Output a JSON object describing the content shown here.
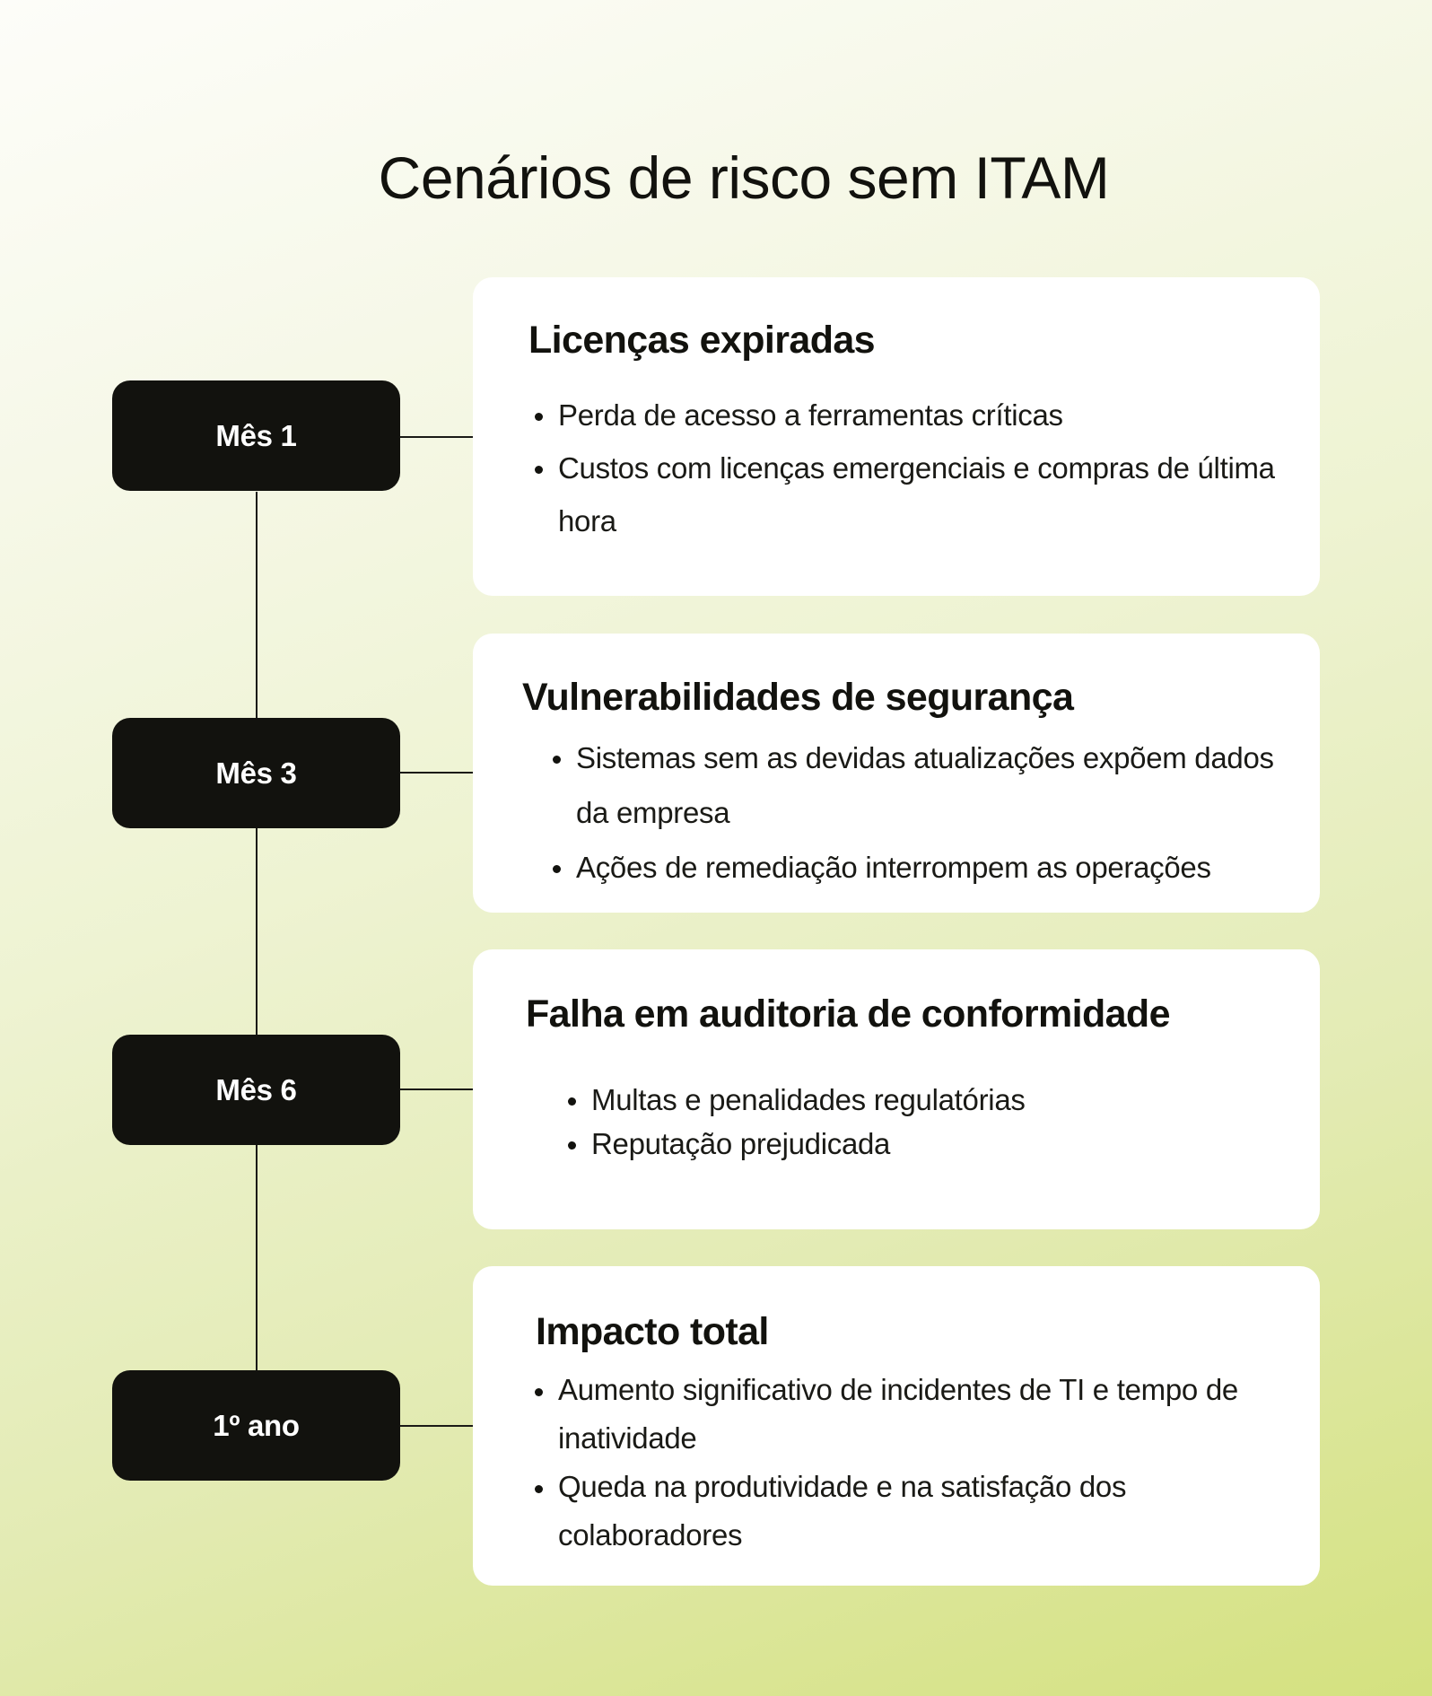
{
  "title": "Cenários de risco sem ITAM",
  "colors": {
    "background_start": "#fdfdf9",
    "background_end": "#d4e17f",
    "step_box": "#12120e",
    "card": "#ffffff",
    "text": "#12120e"
  },
  "timeline": [
    {
      "step": "Mês 1",
      "heading": "Licenças expiradas",
      "bullets": [
        "Perda de acesso a ferramentas críticas",
        "Custos com licenças emergenciais e compras de última hora"
      ]
    },
    {
      "step": "Mês 3",
      "heading": "Vulnerabilidades de segurança",
      "bullets": [
        "Sistemas sem as devidas atualizações expõem dados da empresa",
        "Ações de remediação interrompem as operações"
      ]
    },
    {
      "step": "Mês 6",
      "heading": "Falha em auditoria de conformidade",
      "bullets": [
        "Multas e penalidades regulatórias",
        "Reputação prejudicada"
      ]
    },
    {
      "step": "1º ano",
      "heading": "Impacto total",
      "bullets": [
        "Aumento significativo de incidentes de TI e tempo de inatividade",
        "Queda na produtividade e na satisfação dos colaboradores"
      ]
    }
  ]
}
